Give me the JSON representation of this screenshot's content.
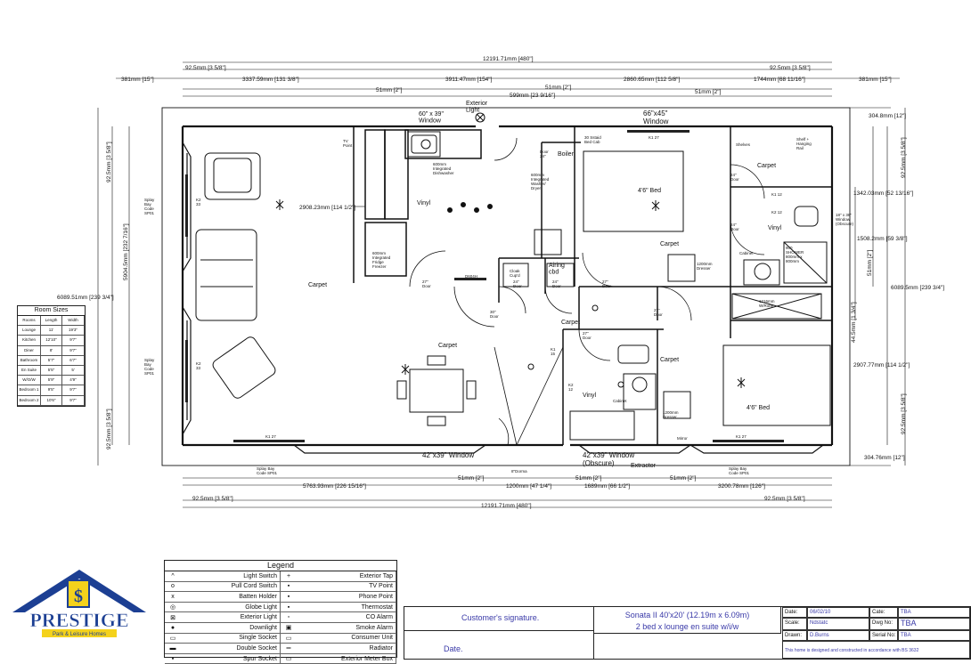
{
  "drawing": {
    "dimensions": {
      "overall_top": "12191.71mm [480\"]",
      "overall_bottom": "12191.71mm [480\"]",
      "top_left_offset": "92.5mm [3 5/8\"]",
      "top_right_offset": "92.5mm [3 5/8\"]",
      "left_381": "381mm [15\"]",
      "right_381": "381mm [15\"]",
      "seg_3337": "3337.59mm [131 3/8\"]",
      "seg_3911": "3911.47mm [154\"]",
      "seg_2860": "2860.65mm [112 5/8\"]",
      "seg_1744": "1744mm [68 11/16\"]",
      "seg_51_a": "51mm [2\"]",
      "seg_51_b": "51mm [2\"]",
      "seg_51_c": "51mm [2\"]",
      "seg_599": "599mm [23 9/16\"]",
      "left_top_925": "92.5mm [3 5/8\"]",
      "left_5904": "5904.5mm [232 7/16\"]",
      "left_6089": "6089.51mm [239 3/4\"]",
      "left_bottom_925": "92.5mm [3 5/8\"]",
      "inner_2908": "2908.23mm [114 1/2\"]",
      "right_304_top": "304.8mm [12\"]",
      "right_925_top": "92.5mm [3 5/8\"]",
      "right_1342": "1342.03mm [52 13/16\"]",
      "right_1508": "1508.2mm [59 3/8\"]",
      "right_51": "51mm [2\"]",
      "right_6089": "6089.5mm [239 3/4\"]",
      "right_44": "44.5mm [1 3/4\"]",
      "right_2907": "2907.77mm [114 1/2\"]",
      "right_925_bottom": "92.5mm [3 5/8\"]",
      "right_304_bottom": "304.76mm [12\"]",
      "bot_5763": "5763.93mm [226 15/16\"]",
      "bot_1200": "1200mm [47 1/4\"]",
      "bot_1689": "1689mm [66 1/2\"]",
      "bot_3200": "3200.78mm [126\"]",
      "bot_51_a": "51mm [2\"]",
      "bot_51_b": "51mm [2\"]",
      "bot_51_c": "51mm [2\"]",
      "bot_left_925": "92.5mm [3 5/8\"]",
      "bot_right_925": "92.5mm [3 5/8\"]"
    },
    "labels": {
      "exterior_light": "Exterior\nLight",
      "window_60x39": "60\" x 39\"\nWindow",
      "window_66x45": "66\"x45\"\nWindow",
      "window_42x39": "42\"x39\" Window",
      "window_42x39_obscure": "42\"x39\" Window\n(Obscure)",
      "window_18x38": "18\" x 38\"\nWindow\n(Obscure)",
      "tv_point": "TV\nPoint",
      "splay_bay_top": "Splay\nBay\nCode\nSP01",
      "splay_bay_bottom": "Splay\nBay\nCode\nSP01",
      "splay_bay_bottom_left": "Splay Bay\nCode SP01",
      "splay_bay_bottom_right": "Splay Bay\nCode SP01",
      "carpet_lounge": "Carpet",
      "carpet_dining": "Carpet",
      "carpet_bed1": "Carpet",
      "carpet_bed2": "Carpet",
      "carpet_hall": "Carpet",
      "carpet_ensuite": "Carpet",
      "vinyl_kitchen": "Vinyl",
      "vinyl_bath": "Vinyl",
      "vinyl_ensuite": "Vinyl",
      "dishwasher": "600mm\nIntegrated\nDishwasher",
      "washer": "600mm\nIntegrated\nWasher/\nDryer",
      "fridge": "600mm\nIntegrated\nFridge\nFreezer",
      "boiler": "Boiler",
      "door24_boiler": "Door\n24\"",
      "cloak": "Cloak\nCup'd",
      "airing": "Airing\ncbd",
      "door27_a": "27\"\nDoor",
      "door27_b": "27\"\nDoor",
      "door27_c": "27\"\nDoor",
      "door27_d": "27\"\nDoor",
      "door27_e": "27\"\nDoor",
      "door30": "30\"\nDoor",
      "door24_a": "24\"\nDoor",
      "door24_b": "24\"\nDoor",
      "door24_c": "24\"\nDoor",
      "door24_d": "24\"\nDoor",
      "bed1": "4'6\" Bed",
      "bed2": "4'6\" Bed",
      "dresser1": "1200mm\nDresser",
      "dresser2": "1200mm\nDresser",
      "wardrobe": "1216mm\nW/Robe",
      "shelves": "Shelves",
      "shelf_rail": "Shelf +\nHanging\nRail",
      "shower": "900\nSHOWER\n800mm x\n800mm",
      "cabinet1": "Cabinet",
      "cabinet2": "Cabinet",
      "k127_top": "K1 27",
      "k127_left": "K1 27",
      "k127_right": "K1 27",
      "k233_top": "K2\n33",
      "k233_bottom": "K2\n33",
      "k112": "K1 12",
      "k212": "K2 12",
      "k115": "K1\n15",
      "k212_bath": "K2\n12",
      "d604h": "D604H",
      "eight_dorma": "8\"Dorma",
      "extractor": "Extractor",
      "mirror": "Mirror",
      "small_cab": "30 Sstaid\nBed Cab"
    }
  },
  "room_sizes": {
    "title": "Room Sizes",
    "headers": [
      "Rooms",
      "Length",
      "Width"
    ],
    "rows": [
      [
        "Lounge",
        "11'",
        "19'3\""
      ],
      [
        "Kitchen",
        "12'10\"",
        "9'7\""
      ],
      [
        "Diner",
        "8'",
        "9'7\""
      ],
      [
        "Bathroom",
        "5'7\"",
        "6'7\""
      ],
      [
        "En Suite",
        "5'5\"",
        "5'"
      ],
      [
        "W/O/W",
        "5'9\"",
        "4'9\""
      ],
      [
        "Bedroom 1",
        "9'5\"",
        "9'7\""
      ],
      [
        "Bedroom 2",
        "10'6\"",
        "9'7\""
      ]
    ]
  },
  "legend": {
    "title": "Legend",
    "items": [
      {
        "symbol": "^",
        "name": "Light Switch"
      },
      {
        "symbol": "+",
        "name": "Exterior Tap"
      },
      {
        "symbol": "o",
        "name": "Pull Cord Switch"
      },
      {
        "symbol": "▪",
        "name": "TV Point"
      },
      {
        "symbol": "x",
        "name": "Batten Holder"
      },
      {
        "symbol": "▪",
        "name": "Phone Point"
      },
      {
        "symbol": "◎",
        "name": "Globe Light"
      },
      {
        "symbol": "▪",
        "name": "Thermostat"
      },
      {
        "symbol": "⊠",
        "name": "Exterior Light"
      },
      {
        "symbol": "▫",
        "name": "CO Alarm"
      },
      {
        "symbol": "●",
        "name": "Downlight"
      },
      {
        "symbol": "▣",
        "name": "Smoke Alarm"
      },
      {
        "symbol": "▭",
        "name": "Single Socket"
      },
      {
        "symbol": "▭",
        "name": "Consumer Unit"
      },
      {
        "symbol": "▬",
        "name": "Double Socket"
      },
      {
        "symbol": "═",
        "name": "Radiator"
      },
      {
        "symbol": "▪",
        "name": "Spur Socket"
      },
      {
        "symbol": "▭",
        "name": "Exterior Meter Box"
      }
    ]
  },
  "title_block": {
    "customer_signature": "Customer's signature.",
    "date_label": "Date.",
    "model_line1": "Sonata II 40'x20' (12.19m x 6.09m)",
    "model_line2": "2 bed x lounge en suite w/i/w",
    "date_key": "Date:",
    "date_val": "06/02/10",
    "scale_key": "Scale:",
    "scale_val": "Ndstatc",
    "drawn_key": "Drawn:",
    "drawn_val": "D.Burns",
    "cate_key": "Cate:",
    "cate_val": "TBA",
    "dwg_key": "Dwg No:",
    "dwg_val": "TBA",
    "serial_key": "Serial No:",
    "serial_val": "TBA",
    "footer": "This home is designed and constructed in accordance with BS 3632"
  },
  "logo": {
    "brand": "PRESTIGE",
    "tagline": "Park & Leisure Homes"
  },
  "colors": {
    "logo_blue": "#1c3f93",
    "logo_yellow": "#f4d21c",
    "title_blue": "#3a3aa8"
  }
}
